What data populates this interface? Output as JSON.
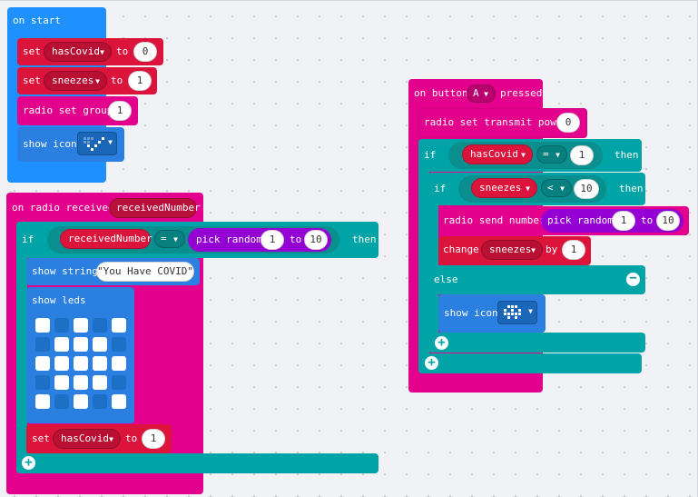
{
  "colors": {
    "basic": "#1e90ff",
    "radio": "#e3008c",
    "logic": "#00a4a6",
    "variables": "#dc143c",
    "math": "#9400d3",
    "text_pill": "#ffffff"
  },
  "on_start": {
    "header": "on start",
    "set1": {
      "set": "set",
      "var": "hasCovid",
      "to": "to",
      "value": "0"
    },
    "set2": {
      "set": "set",
      "var": "sneezes",
      "to": "to",
      "value": "1"
    },
    "radio_group": {
      "label": "radio set group",
      "value": "1"
    },
    "show_icon": {
      "label": "show icon",
      "icon": "diagonal-check-icon"
    }
  },
  "on_radio": {
    "header": "on radio received",
    "param": "receivedNumber",
    "if": {
      "if": "if",
      "left": "receivedNumber",
      "op": "=",
      "random_label": "pick random",
      "from": "1",
      "to_label": "to",
      "to": "10",
      "then": "then"
    },
    "show_string": {
      "label": "show string",
      "value": "\"You Have COVID\""
    },
    "show_leds": {
      "label": "show leds",
      "grid": [
        [
          1,
          0,
          1,
          0,
          1
        ],
        [
          0,
          1,
          1,
          1,
          0
        ],
        [
          1,
          1,
          1,
          1,
          1
        ],
        [
          0,
          1,
          1,
          1,
          0
        ],
        [
          1,
          0,
          1,
          0,
          1
        ]
      ]
    },
    "set": {
      "set": "set",
      "var": "hasCovid",
      "to": "to",
      "value": "1"
    }
  },
  "on_button": {
    "header_on": "on button",
    "button": "A",
    "header_pressed": "pressed",
    "transmit": {
      "label": "radio set transmit power",
      "value": "0"
    },
    "if1": {
      "if": "if",
      "var": "hasCovid",
      "op": "=",
      "value": "1",
      "then": "then"
    },
    "if2": {
      "if": "if",
      "var": "sneezes",
      "op": "<",
      "value": "10",
      "then": "then"
    },
    "send": {
      "label": "radio send number",
      "random_label": "pick random",
      "from": "1",
      "to_label": "to",
      "to": "10"
    },
    "change": {
      "label": "change",
      "var": "sneezes",
      "by": "by",
      "value": "1"
    },
    "else": "else",
    "show_icon": {
      "label": "show icon",
      "icon": "skull-icon"
    }
  }
}
